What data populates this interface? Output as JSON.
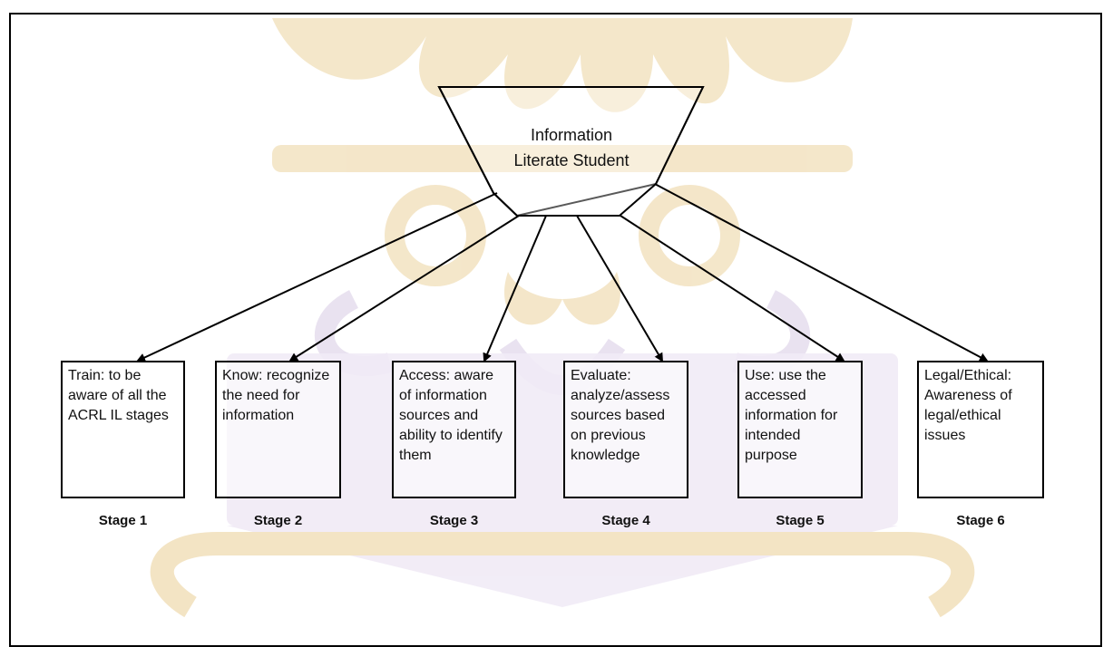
{
  "center": {
    "line1": "Information",
    "line2": "Literate Student"
  },
  "stages": [
    {
      "text": "Train: to be aware of all the ACRL IL stages",
      "label": "Stage 1"
    },
    {
      "text": "Know: recognize the need for information",
      "label": "Stage 2"
    },
    {
      "text": "Access: aware of information sources and ability to identify them",
      "label": "Stage 3"
    },
    {
      "text": "Evaluate: analyze/assess sources based on previous knowledge",
      "label": "Stage 4"
    },
    {
      "text": "Use: use the accessed information for intended purpose",
      "label": "Stage 5"
    },
    {
      "text": "Legal/Ethical: Awareness of legal/ethical issues",
      "label": "Stage 6"
    }
  ],
  "colors": {
    "watermark_gold": "#f3e4c4",
    "watermark_purple": "#e9e2f0",
    "line": "#000000"
  }
}
